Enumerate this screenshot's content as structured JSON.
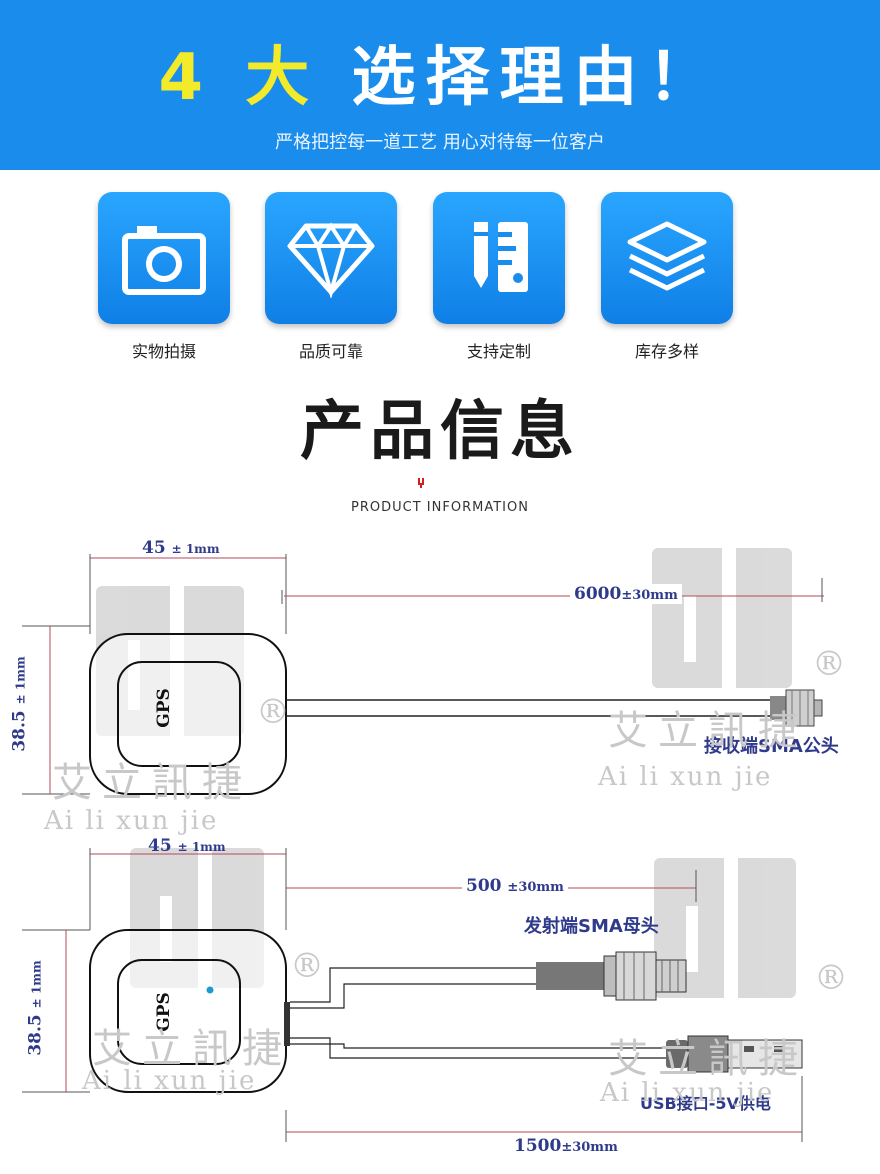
{
  "banner": {
    "title_num": "4",
    "title_big": "大",
    "title_rest": "选择理由！",
    "subtitle": "严格把控每一道工艺 用心对待每一位客户"
  },
  "features": [
    {
      "label": "实物拍摄",
      "icon": "camera-icon"
    },
    {
      "label": "品质可靠",
      "icon": "diamond-icon"
    },
    {
      "label": "支持定制",
      "icon": "pencil-ruler-icon"
    },
    {
      "label": "库存多样",
      "icon": "layers-icon"
    }
  ],
  "section": {
    "title": "产品信息",
    "subtitle": "PRODUCT INFORMATION"
  },
  "watermark": {
    "cn": "艾立訊捷",
    "en": "Ai li xun jie",
    "reg": "®"
  },
  "product1": {
    "width_label": "45",
    "width_tol": "± 1mm",
    "height_label": "38.5",
    "height_tol": "± 1mm",
    "module_text": "GPS",
    "cable_label": "6000",
    "cable_tol": "±30mm",
    "connector_label": "接收端SMA公头"
  },
  "product2": {
    "width_label": "45",
    "width_tol": "± 1mm",
    "height_label": "38.5",
    "height_tol": "± 1mm",
    "module_text": "GPS",
    "cable_label": "500",
    "cable_tol": "±30mm",
    "sma_label": "发射端SMA母头",
    "usb_label": "USB接口-5V供电",
    "total_label": "1500",
    "total_tol": "±30mm"
  },
  "colors": {
    "banner": "#1a8cec",
    "highlight": "#f3ea2a",
    "dimension": "#2f3a8a",
    "dim_line": "#b44a5a"
  }
}
